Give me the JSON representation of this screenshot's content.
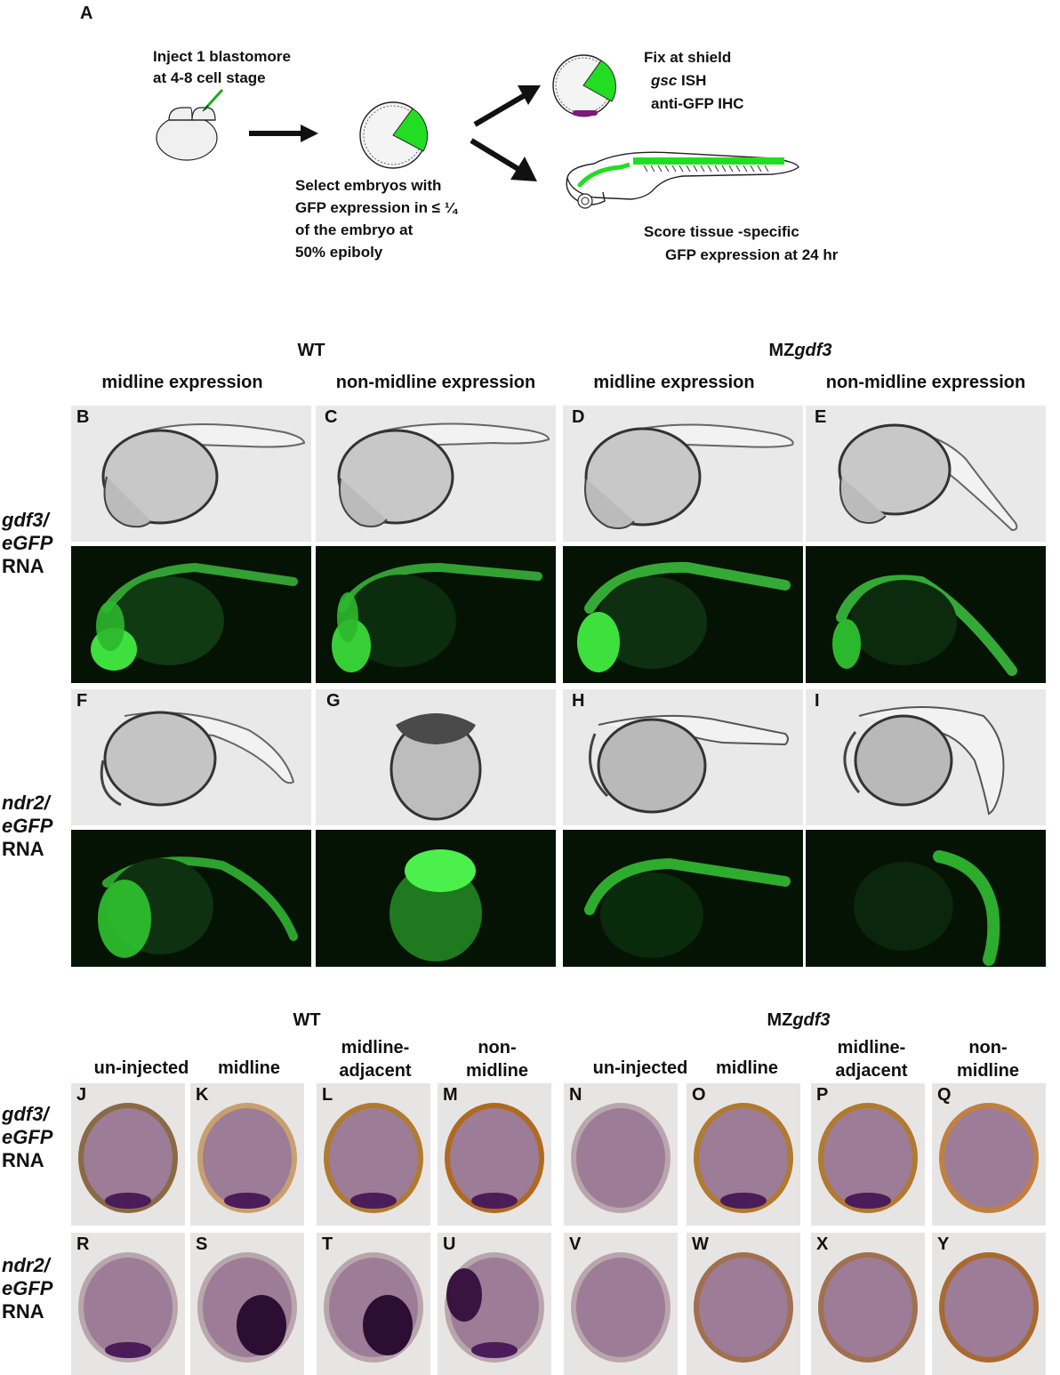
{
  "schematic": {
    "panel": "A",
    "inject": [
      "Inject 1 blastomore",
      "at 4-8 cell stage"
    ],
    "select": [
      "Select embryos with",
      "GFP expression in ≤ ¼",
      "of the embryo at",
      "50%  epiboly"
    ],
    "fix": [
      "Fix at shield",
      "gsc",
      "ISH",
      "anti-GFP IHC"
    ],
    "score": [
      "Score tissue -specific",
      "GFP expression at 24 hr"
    ],
    "colors": {
      "gfp": "#22dd22",
      "purple": "#7a1a7a",
      "arrow": "#111111"
    }
  },
  "middle": {
    "wt": "WT",
    "mz_prefix": "MZ",
    "mz_gene": "gdf3",
    "cols": [
      "midline expression",
      "non-midline expression",
      "midline expression",
      "non-midline expression"
    ],
    "rows": [
      {
        "gene": "gdf3/",
        "construct": "eGFP",
        "rna": "RNA",
        "bf_labels": [
          "B",
          "C",
          "D",
          "E"
        ]
      },
      {
        "gene": "ndr2/",
        "construct": "eGFP",
        "rna": "RNA",
        "bf_labels": [
          "F",
          "G",
          "H",
          "I"
        ]
      }
    ]
  },
  "bottom": {
    "wt": "WT",
    "mz_prefix": "MZ",
    "mz_gene": "gdf3",
    "cols": [
      [
        "un-injected"
      ],
      [
        "midline"
      ],
      [
        "midline-",
        "adjacent"
      ],
      [
        "non-",
        "midline"
      ],
      [
        "un-injected"
      ],
      [
        "midline"
      ],
      [
        "midline-",
        "adjacent"
      ],
      [
        "non-",
        "midline"
      ]
    ],
    "rows": [
      {
        "gene": "gdf3/",
        "construct": "eGFP",
        "rna": "RNA",
        "labels": [
          "J",
          "K",
          "L",
          "M",
          "N",
          "O",
          "P",
          "Q"
        ]
      },
      {
        "gene": "ndr2/",
        "construct": "eGFP",
        "rna": "RNA",
        "labels": [
          "R",
          "S",
          "T",
          "U",
          "V",
          "W",
          "X",
          "Y"
        ]
      }
    ]
  }
}
